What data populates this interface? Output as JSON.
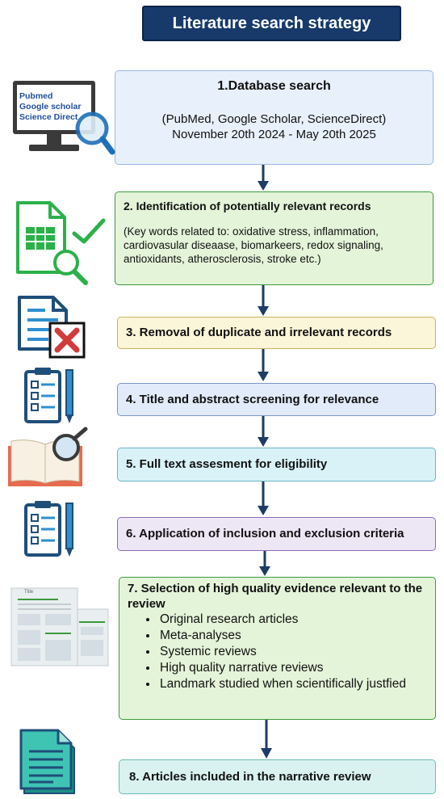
{
  "title": "Literature search strategy",
  "steps": [
    {
      "label": "1.Database search",
      "detail_line1": "(PubMed, Google Scholar, ScienceDirect)",
      "detail_line2": "November 20th 2024 - May 20th 2025"
    },
    {
      "label": "2. Identification of potentially relevant records",
      "detail": "(Key words related to: oxidative stress, inflammation, cardiovasular diseaase, biomarkeers, redox signaling, antioxidants, atherosclerosis, stroke etc.)"
    },
    {
      "label": "3. Removal of duplicate and irrelevant records"
    },
    {
      "label": "4. Title and abstract screening for relevance"
    },
    {
      "label": "5. Full text assesment for eligibility"
    },
    {
      "label": "6. Application of inclusion and exclusion criteria"
    },
    {
      "label": "7. Selection of high quality evidence relevant to the review",
      "bullets": [
        "Original research articles",
        "Meta-analyses",
        "Systemic reviews",
        "High quality narrative reviews",
        "Landmark studied when scientifically justfied"
      ]
    },
    {
      "label": "8. Articles included in the narrative review"
    }
  ],
  "monitor_text": [
    "Pubmed",
    "Google scholar",
    "Science Direct"
  ],
  "doc_title_text": "Title",
  "colors": {
    "title_bg": "#173a6b",
    "arrow": "#1d3b66",
    "green": "#3c9a3c",
    "navy_icon": "#1f4e79"
  }
}
